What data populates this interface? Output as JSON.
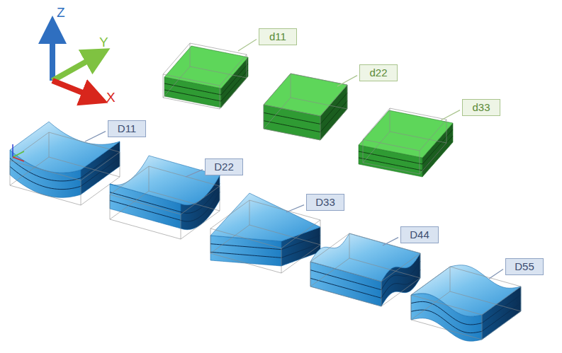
{
  "diagram": {
    "nodes": [
      {
        "text": [
          "d11"
        ]
      },
      {
        "text": [
          "d22"
        ]
      },
      {
        "text": [
          "d33"
        ]
      },
      {
        "text": [
          "D11"
        ]
      },
      {
        "text": [
          "D22"
        ]
      },
      {
        "text": [
          "D33"
        ]
      },
      {
        "text": [
          "D44"
        ]
      },
      {
        "text": [
          "D55"
        ]
      }
    ],
    "labels": [
      "Z",
      "Y",
      "X"
    ]
  }
}
